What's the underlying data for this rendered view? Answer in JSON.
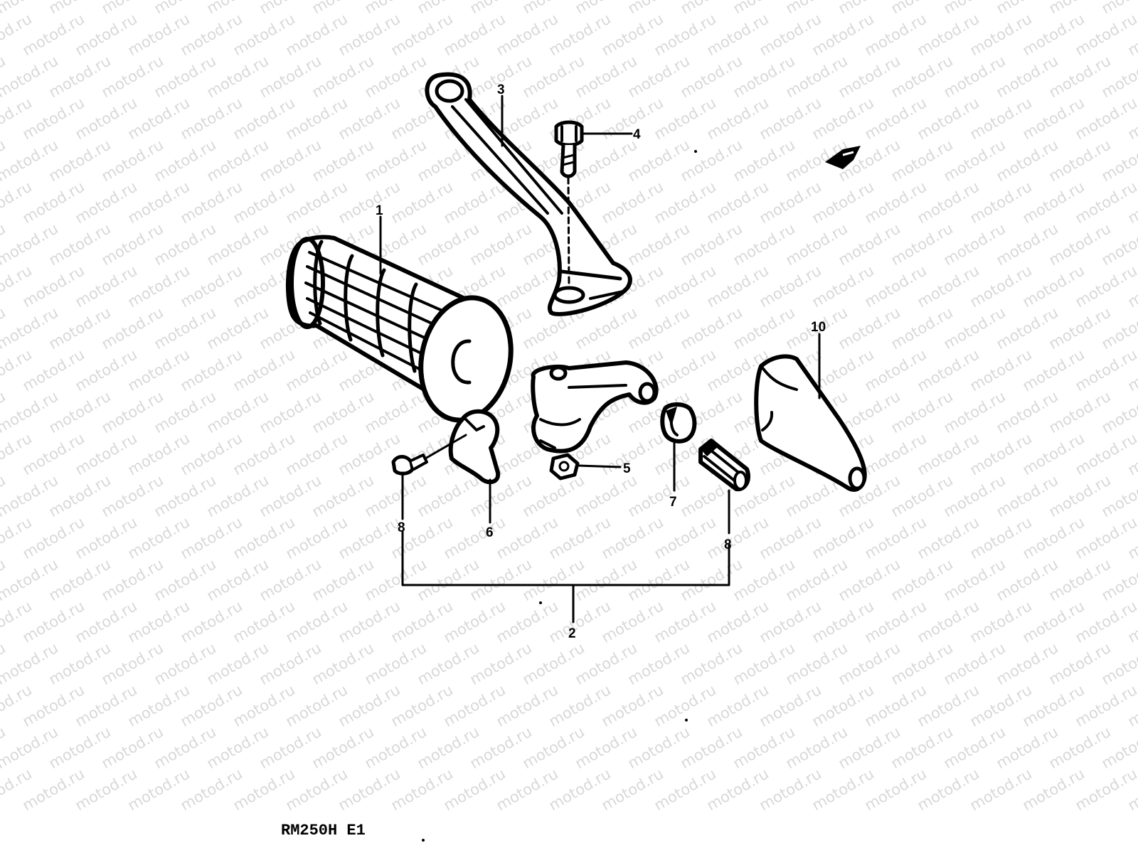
{
  "watermark": {
    "text": "motod.ru"
  },
  "callouts": [
    {
      "id": "1",
      "label": "1"
    },
    {
      "id": "2",
      "label": "2"
    },
    {
      "id": "3",
      "label": "3"
    },
    {
      "id": "4",
      "label": "4"
    },
    {
      "id": "5",
      "label": "5"
    },
    {
      "id": "6",
      "label": "6"
    },
    {
      "id": "7",
      "label": "7"
    },
    {
      "id": "8a",
      "label": "8"
    },
    {
      "id": "8b",
      "label": "8"
    },
    {
      "id": "10",
      "label": "10"
    }
  ],
  "model_code": "RM250H E1",
  "colors": {
    "ink": "#000000",
    "watermark": "#b9b9b9",
    "background": "#ffffff"
  }
}
